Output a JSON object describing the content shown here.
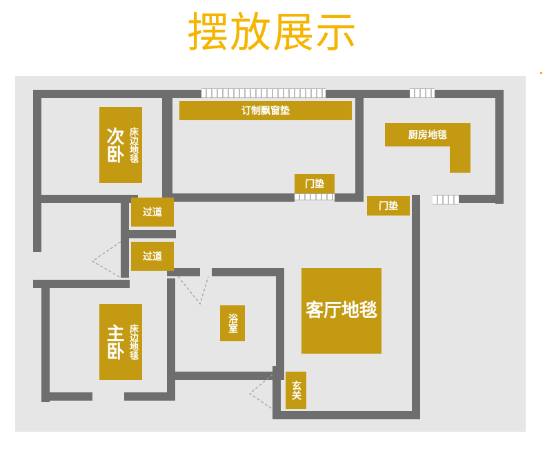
{
  "title": "摆放展示",
  "colors": {
    "title": "#f5b400",
    "rug": "#c39a12",
    "wall": "#6e6e6e",
    "floor": "#e6e6e6"
  },
  "rugs": {
    "bay_window_mat": "订制飘窗垫",
    "kitchen_rug": "厨房地毯",
    "door_mat_top": "门垫",
    "door_mat_right": "门垫",
    "hallway_1": "过道",
    "hallway_2": "过道",
    "bathroom": "浴室",
    "living_room_rug": "客厅地毯",
    "entrance": "玄关",
    "second_bedroom": {
      "room": "次卧",
      "rug": "床边地毯"
    },
    "master_bedroom": {
      "room": "主卧",
      "rug": "床边地毯"
    }
  }
}
